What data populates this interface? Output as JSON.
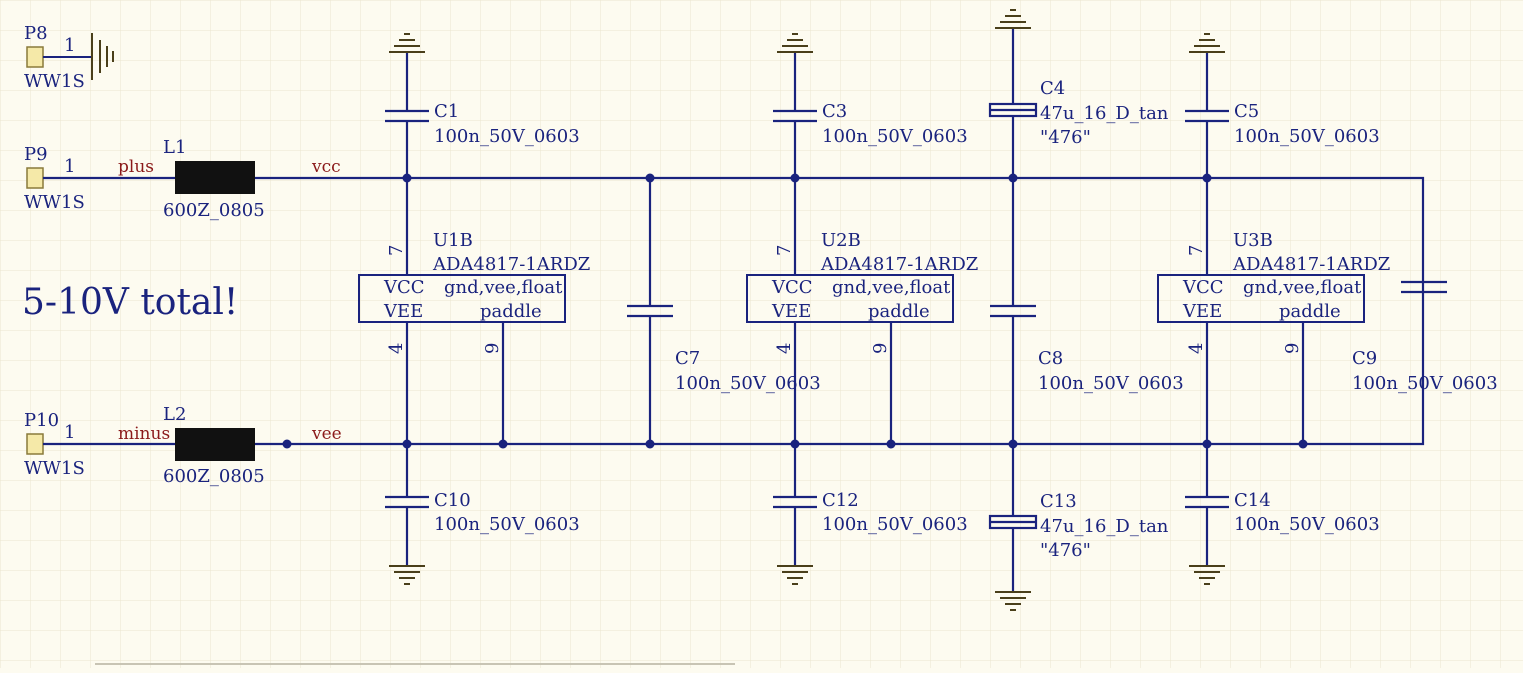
{
  "title": "5-10V total!",
  "connectors": [
    {
      "ref": "P8",
      "part": "WW1S",
      "pin": "1"
    },
    {
      "ref": "P9",
      "part": "WW1S",
      "pin": "1"
    },
    {
      "ref": "P10",
      "part": "WW1S",
      "pin": "1"
    }
  ],
  "inductors": [
    {
      "ref": "L1",
      "value": "600Z_0805"
    },
    {
      "ref": "L2",
      "value": "600Z_0805"
    }
  ],
  "nets": {
    "plus": "plus",
    "minus": "minus",
    "vcc": "vcc",
    "vee": "vee"
  },
  "amps": [
    {
      "ref": "U1B",
      "part": "ADA4817-1ARDZ",
      "vcc": "VCC",
      "vee": "VEE",
      "info": "gnd,vee,float",
      "paddle": "paddle",
      "pin_top": "7",
      "pin_bottom": "4",
      "pin_paddle": "9"
    },
    {
      "ref": "U2B",
      "part": "ADA4817-1ARDZ",
      "vcc": "VCC",
      "vee": "VEE",
      "info": "gnd,vee,float",
      "paddle": "paddle",
      "pin_top": "7",
      "pin_bottom": "4",
      "pin_paddle": "9"
    },
    {
      "ref": "U3B",
      "part": "ADA4817-1ARDZ",
      "vcc": "VCC",
      "vee": "VEE",
      "info": "gnd,vee,float",
      "paddle": "paddle",
      "pin_top": "7",
      "pin_bottom": "4",
      "pin_paddle": "9"
    }
  ],
  "capacitors": {
    "C1": {
      "ref": "C1",
      "value": "100n_50V_0603"
    },
    "C3": {
      "ref": "C3",
      "value": "100n_50V_0603"
    },
    "C4": {
      "ref": "C4",
      "value": "47u_16_D_tan",
      "code": "\"476\""
    },
    "C5": {
      "ref": "C5",
      "value": "100n_50V_0603"
    },
    "C7": {
      "ref": "C7",
      "value": "100n_50V_0603"
    },
    "C8": {
      "ref": "C8",
      "value": "100n_50V_0603"
    },
    "C9": {
      "ref": "C9",
      "value": "100n_50V_0603"
    },
    "C10": {
      "ref": "C10",
      "value": "100n_50V_0603"
    },
    "C12": {
      "ref": "C12",
      "value": "100n_50V_0603"
    },
    "C13": {
      "ref": "C13",
      "value": "47u_16_D_tan",
      "code": "\"476\""
    },
    "C14": {
      "ref": "C14",
      "value": "100n_50V_0603"
    }
  },
  "colors": {
    "wire": "#1a237e",
    "net_label": "#8b1a1a",
    "ground": "#4a3f1a",
    "connector_fill": "#f5e9a8",
    "background": "#fdfbf0"
  }
}
